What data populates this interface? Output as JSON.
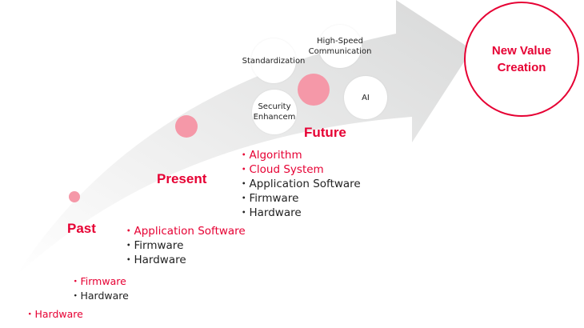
{
  "goal": {
    "line1": "New Value",
    "line2": "Creation"
  },
  "bubbles": {
    "standardization": "Standardization",
    "high_speed_1": "High-Speed",
    "high_speed_2": "Communication",
    "security_1": "Security",
    "security_2": "Enhancem",
    "ai": "AI"
  },
  "stages": {
    "future": {
      "label": "Future",
      "items": [
        "・Algorithm",
        "・Cloud System",
        "・Application Software",
        "・Firmware",
        "・Hardware"
      ]
    },
    "present": {
      "label": "Present",
      "items": [
        "・Application Software",
        "・Firmware",
        "・Hardware"
      ]
    },
    "past": {
      "label": "Past",
      "items": [
        "・Firmware",
        "・Hardware"
      ]
    },
    "origin": {
      "items": [
        "・Hardware"
      ]
    }
  },
  "colors": {
    "accent": "#e60033",
    "dot": "#f598a8",
    "arrow": "#dcdddd"
  }
}
